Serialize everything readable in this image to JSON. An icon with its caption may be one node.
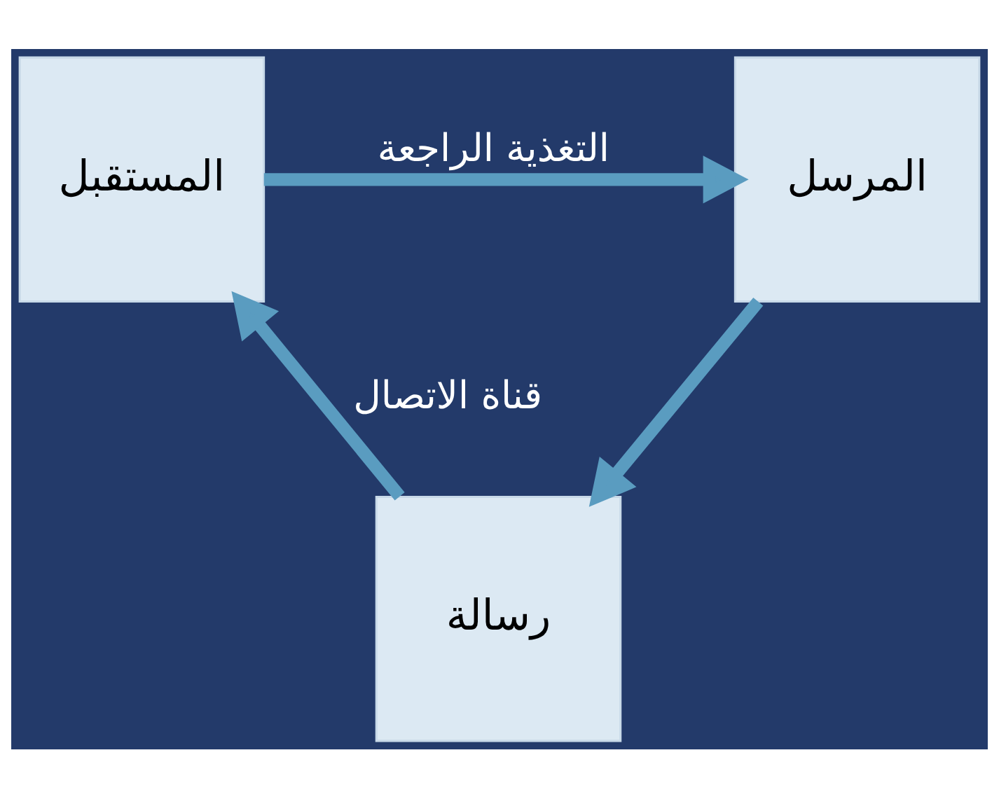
{
  "diagram": {
    "nodes": [
      {
        "text": [
          "المستقبل"
        ]
      },
      {
        "text": [
          "المرسل"
        ]
      },
      {
        "text": [
          "رسالة"
        ]
      }
    ],
    "edges": [
      {
        "from": 0,
        "to": 1,
        "arrow": "to",
        "label": "التغذية الراجعة"
      },
      {
        "from": 1,
        "to": 2,
        "arrow": "to"
      },
      {
        "from": 2,
        "to": 0,
        "arrow": "to",
        "label": "قناة الاتصال"
      }
    ]
  }
}
